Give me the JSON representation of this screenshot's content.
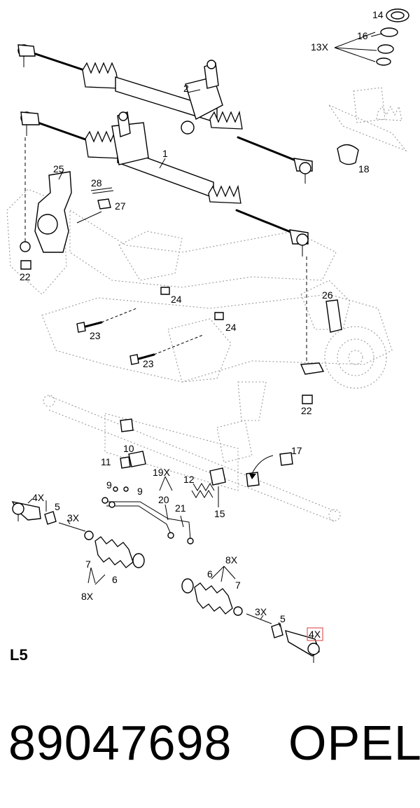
{
  "callouts": {
    "c1": "1",
    "c2": "2",
    "c4x_a": "4X",
    "c4x_b": "4X",
    "c5_a": "5",
    "c5_b": "5",
    "c3x_a": "3X",
    "c3x_b": "3X",
    "c6_a": "6",
    "c6_b": "6",
    "c7_a": "7",
    "c7_b": "7",
    "c8x_a": "8X",
    "c8x_b": "8X",
    "c9_a": "9",
    "c9_b": "9",
    "c10": "10",
    "c11": "11",
    "c12": "12",
    "c13x": "13X",
    "c14": "14",
    "c15": "15",
    "c16": "16",
    "c17": "17",
    "c18": "18",
    "c19x": "19X",
    "c20": "20",
    "c21": "21",
    "c22_a": "22",
    "c22_b": "22",
    "c23_a": "23",
    "c23_b": "23",
    "c24_a": "24",
    "c24_b": "24",
    "c25": "25",
    "c26": "26",
    "c27": "27",
    "c28": "28"
  },
  "highlight_color": "#e05a5a",
  "section_label": "L5",
  "part_number": "89047698",
  "brand": "OPEL"
}
